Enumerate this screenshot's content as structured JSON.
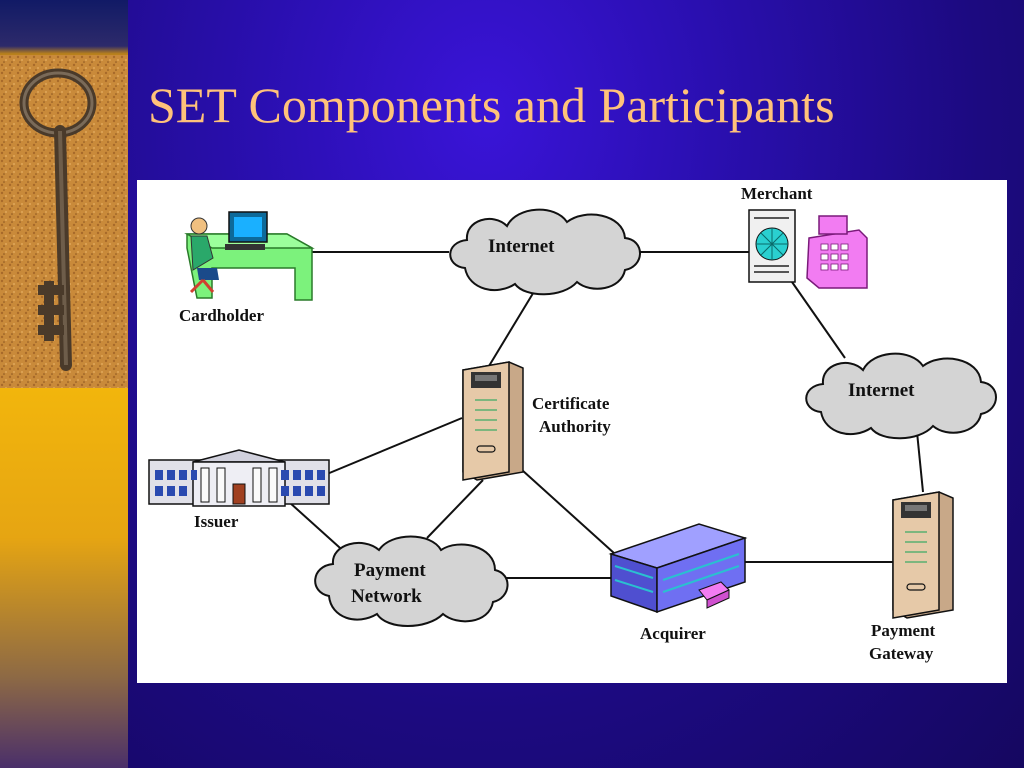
{
  "slide": {
    "title": "SET Components and Participants"
  },
  "diagram": {
    "nodes": {
      "cardholder": "Cardholder",
      "merchant": "Merchant",
      "internet_1": "Internet",
      "internet_2": "Internet",
      "ca_line1": "Certificate",
      "ca_line2": "Authority",
      "issuer": "Issuer",
      "payment_network_line1": "Payment",
      "payment_network_line2": "Network",
      "acquirer": "Acquirer",
      "gateway_line1": "Payment",
      "gateway_line2": "Gateway"
    },
    "connections": [
      [
        "Cardholder",
        "Internet"
      ],
      [
        "Internet",
        "Merchant"
      ],
      [
        "Internet",
        "Certificate Authority"
      ],
      [
        "Merchant",
        "Internet"
      ],
      [
        "Internet",
        "Payment Gateway"
      ],
      [
        "Certificate Authority",
        "Issuer"
      ],
      [
        "Certificate Authority",
        "Payment Network"
      ],
      [
        "Certificate Authority",
        "Acquirer"
      ],
      [
        "Issuer",
        "Payment Network"
      ],
      [
        "Payment Network",
        "Acquirer"
      ],
      [
        "Acquirer",
        "Payment Gateway"
      ]
    ],
    "colors": {
      "cloud_fill": "#d4d4d4",
      "server_fill": "#e6c9a8",
      "acquirer_fill": "#6f6ff2",
      "desk_fill": "#7cf27c",
      "register_fill": "#f27cf2",
      "title": "#ffc27a"
    }
  }
}
